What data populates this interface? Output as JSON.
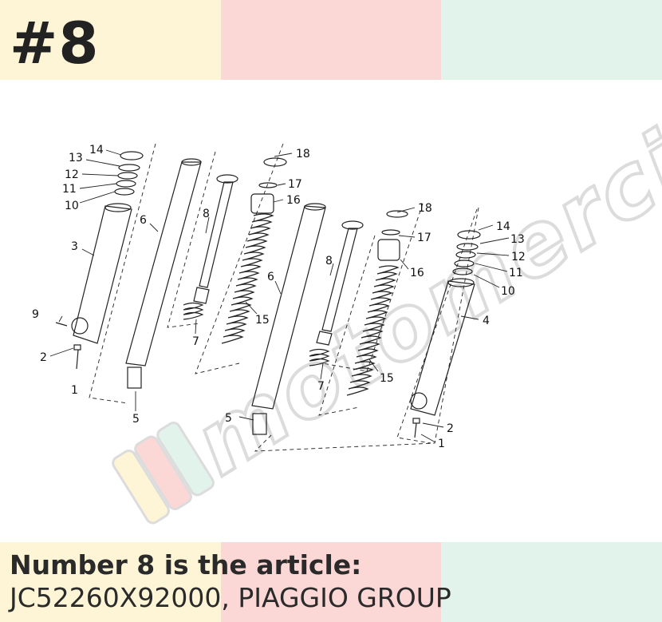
{
  "header": {
    "number_badge": "#8"
  },
  "colors": {
    "band_1": "#fdf5d6",
    "band_2": "#fbd7d6",
    "band_3": "#e2f3ec",
    "text": "#222222",
    "watermark": "#dcdcdc"
  },
  "diagram": {
    "watermark": "motomercia",
    "callouts": {
      "left_14": "14",
      "left_13": "13",
      "left_12": "12",
      "left_11": "11",
      "left_10": "10",
      "left_3": "3",
      "left_9": "9",
      "left_2": "2",
      "left_1": "1",
      "left_6": "6",
      "left_5": "5",
      "left_8": "8",
      "left_7": "7",
      "left_18": "18",
      "left_17": "17",
      "left_16": "16",
      "left_15": "15",
      "right_18": "18",
      "right_17": "17",
      "right_16": "16",
      "right_8": "8",
      "right_6": "6",
      "right_15": "15",
      "right_7": "7",
      "right_5": "5",
      "right_14": "14",
      "right_13": "13",
      "right_12": "12",
      "right_11": "11",
      "right_10": "10",
      "right_4": "4",
      "right_2": "2",
      "right_1": "1"
    }
  },
  "caption": {
    "line1": "Number 8 is the article:",
    "line2": "JC52260X92000, PIAGGIO GROUP"
  }
}
